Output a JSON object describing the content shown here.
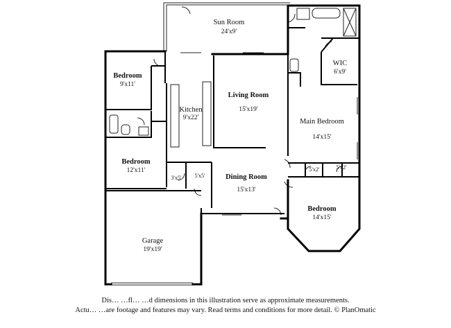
{
  "rooms": {
    "sun_room": {
      "name": "Sun Room",
      "dim": "24'x9'"
    },
    "wic": {
      "name": "WIC",
      "dim": "6'x9'"
    },
    "bedroom_nw": {
      "name": "Bedroom",
      "dim": "9'x11'"
    },
    "living_room": {
      "name": "Living Room",
      "dim": "15'x19'"
    },
    "kitchen": {
      "name": "Kitchen",
      "dim": "9'x22'"
    },
    "main_bedroom": {
      "name": "Main Bedroom",
      "dim": "14'x15'"
    },
    "bedroom_w": {
      "name": "Bedroom",
      "dim": "12'x11'"
    },
    "closet_3x5": {
      "dim": "3'x5'"
    },
    "closet_5x5": {
      "dim": "5'x5'"
    },
    "closet_5x2_a": {
      "dim": "5'x2'"
    },
    "closet_5x2_b": {
      "dim": "5'x2'"
    },
    "dining_room": {
      "name": "Dining Room",
      "dim": "15'x13'"
    },
    "bedroom_se": {
      "name": "Bedroom",
      "dim": "14'x15'"
    },
    "garage": {
      "name": "Garage",
      "dim": "19'x19'"
    }
  },
  "disclaimer": {
    "line1": "Dis… …fl… …d dimensions in this illustration serve as approximate measurements.",
    "line2": "Actu… …are footage and features may vary. Read terms and conditions for more detail. © PlanOmatic"
  }
}
